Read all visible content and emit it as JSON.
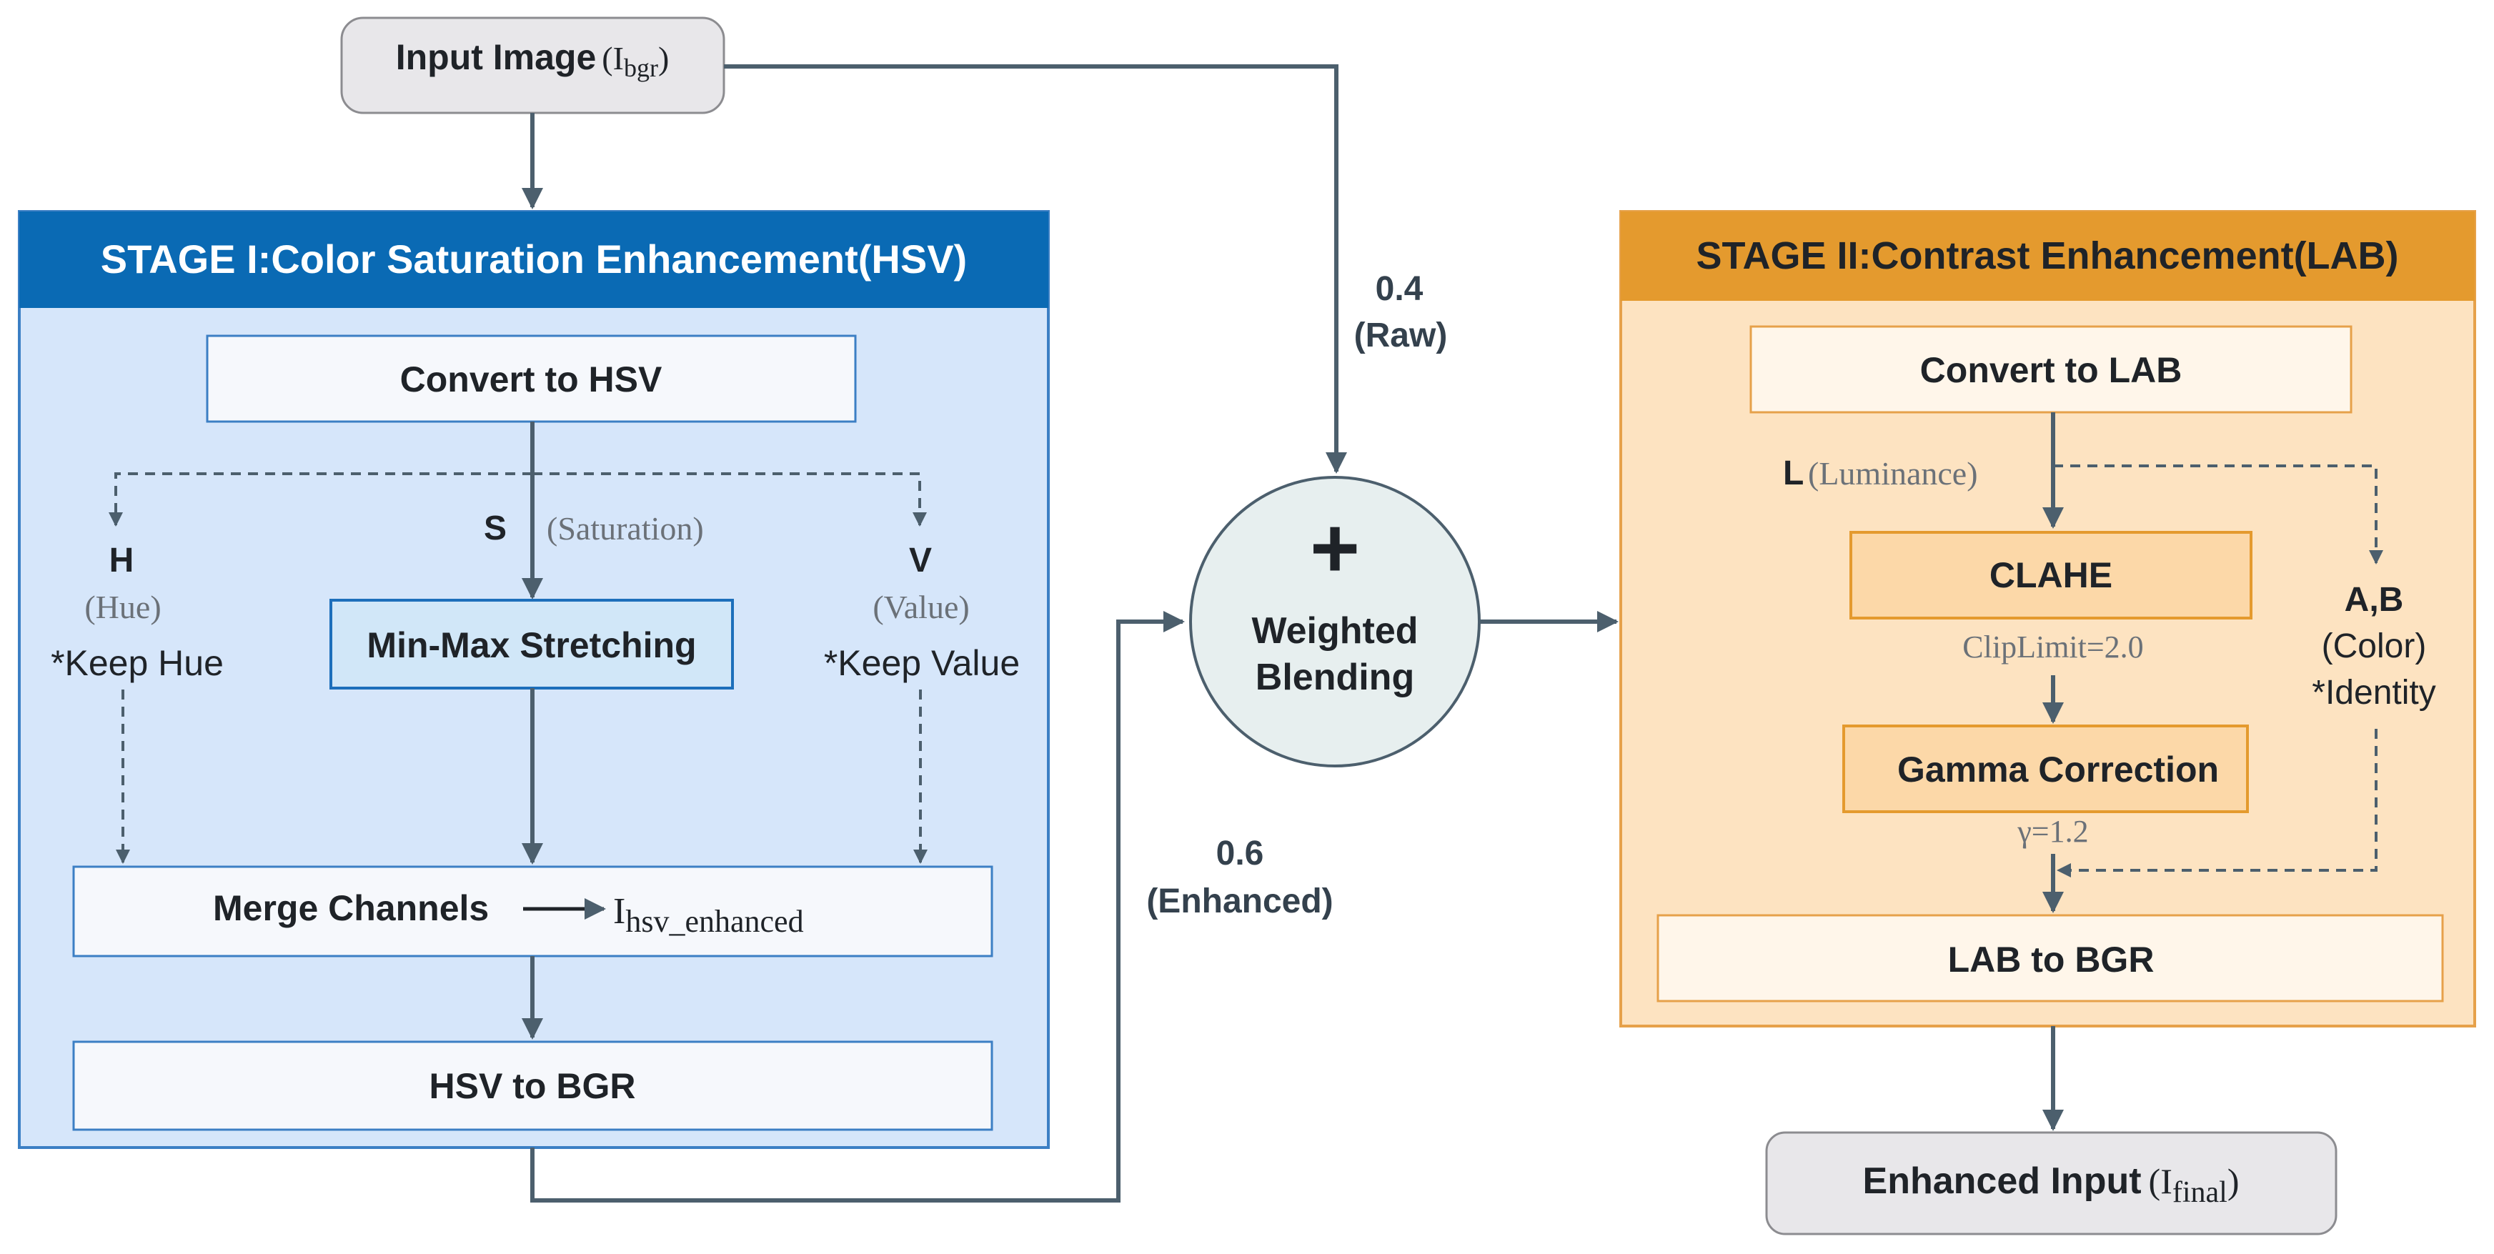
{
  "colors": {
    "stage1_header": "#0a6ab4",
    "stage1_panel": "#d6e6fa",
    "stage1_border": "#3c7fc4",
    "stage2_header": "#e49a2e",
    "stage2_panel": "#fde3c1",
    "stage2_border": "#e6a14a",
    "highlight_blue": "#d1e7f8",
    "highlight_orange": "#fcd8a8",
    "arrow": "#4c5f6d",
    "gray_box": "#e8e7ea",
    "circle_fill": "#e7efef"
  },
  "input": {
    "label": "Input Image",
    "symbol": "I",
    "subscript": "bgr"
  },
  "output": {
    "label": "Enhanced Input",
    "symbol": "I",
    "subscript": "final"
  },
  "stage1": {
    "title": "STAGE I:Color Saturation Enhancement(HSV)",
    "convert": "Convert to HSV",
    "h": {
      "letter": "H",
      "name": "(Hue)",
      "note": "*Keep Hue"
    },
    "s": {
      "letter": "S",
      "name": "(Saturation)"
    },
    "v": {
      "letter": "V",
      "name": "(Value)",
      "note": "*Keep Value"
    },
    "stretch": "Min-Max Stretching",
    "merge": {
      "label": "Merge Channels",
      "symbol": "I",
      "subscript": "hsv_enhanced"
    },
    "to_bgr": "HSV to BGR"
  },
  "blend": {
    "plus": "+",
    "line1": "Weighted",
    "line2": "Blending",
    "raw_weight": "0.4",
    "raw_label": "(Raw)",
    "enh_weight": "0.6",
    "enh_label": "(Enhanced)"
  },
  "stage2": {
    "title": "STAGE II:Contrast Enhancement(LAB)",
    "convert": "Convert to LAB",
    "l": {
      "letter": "L",
      "name": "(Luminance)"
    },
    "clahe": "CLAHE",
    "clip": "ClipLimit=2.0",
    "gamma": "Gamma Correction",
    "gamma_val": "γ=1.2",
    "ab": {
      "letters": "A,B",
      "name": "(Color)",
      "note": "*Identity"
    },
    "to_bgr": "LAB to BGR"
  }
}
